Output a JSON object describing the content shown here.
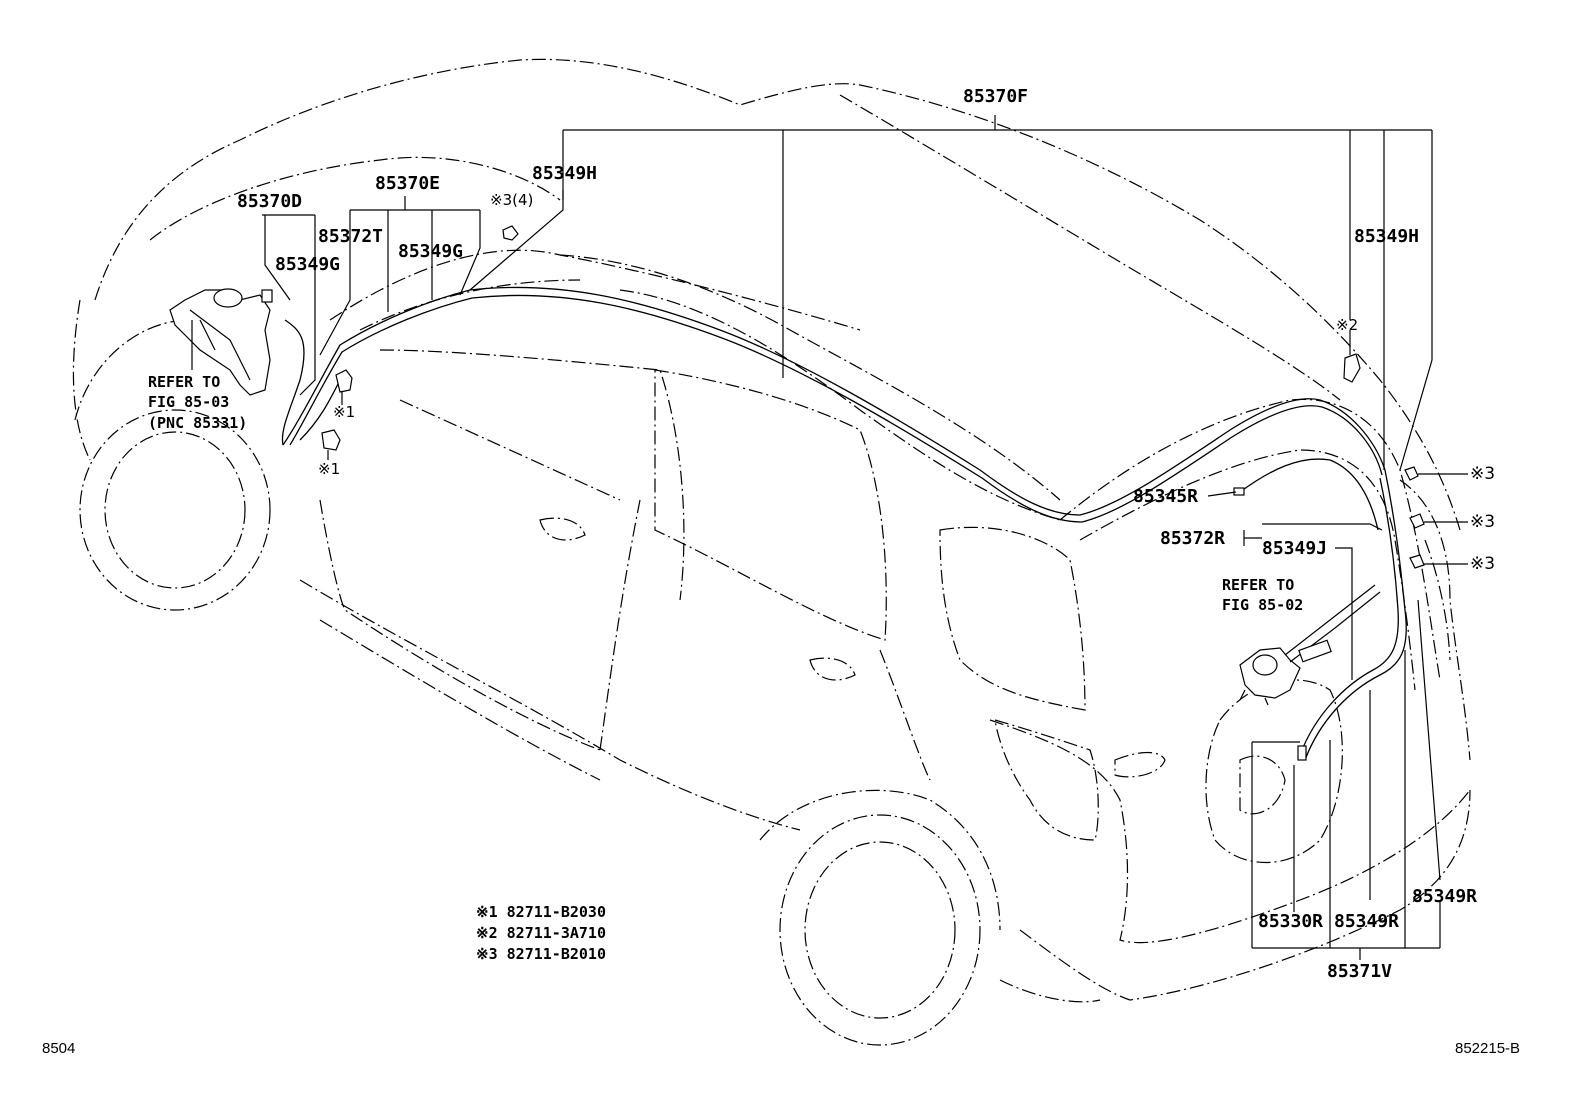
{
  "parts": {
    "p85370F": "85370F",
    "p85370E": "85370E",
    "p85349H_top": "85349H",
    "p85349H_right": "85349H",
    "p85370D": "85370D",
    "p85372T": "85372T",
    "p85349G_left": "85349G",
    "p85349G_right": "85349G",
    "p85345R": "85345R",
    "p85372R": "85372R",
    "p85349J": "85349J",
    "p85330R": "85330R",
    "p85349R_mid": "85349R",
    "p85349R_right": "85349R",
    "p85371V": "85371V"
  },
  "clips": {
    "c3_4": "※3(4)",
    "c2": "※2",
    "c1_a": "※1",
    "c1_b": "※1",
    "c3_a": "※3",
    "c3_b": "※3",
    "c3_c": "※3"
  },
  "references": {
    "ref_left_line1": "REFER TO",
    "ref_left_line2": "FIG 85-03",
    "ref_left_line3": "(PNC 85331)",
    "ref_right_line1": "REFER TO",
    "ref_right_line2": "FIG 85-02"
  },
  "legend": [
    "※1 82711-B2030",
    "※2 82711-3A710",
    "※3 82711-B2010"
  ],
  "footer": {
    "left_code": "8504",
    "right_code": "852215-B"
  }
}
